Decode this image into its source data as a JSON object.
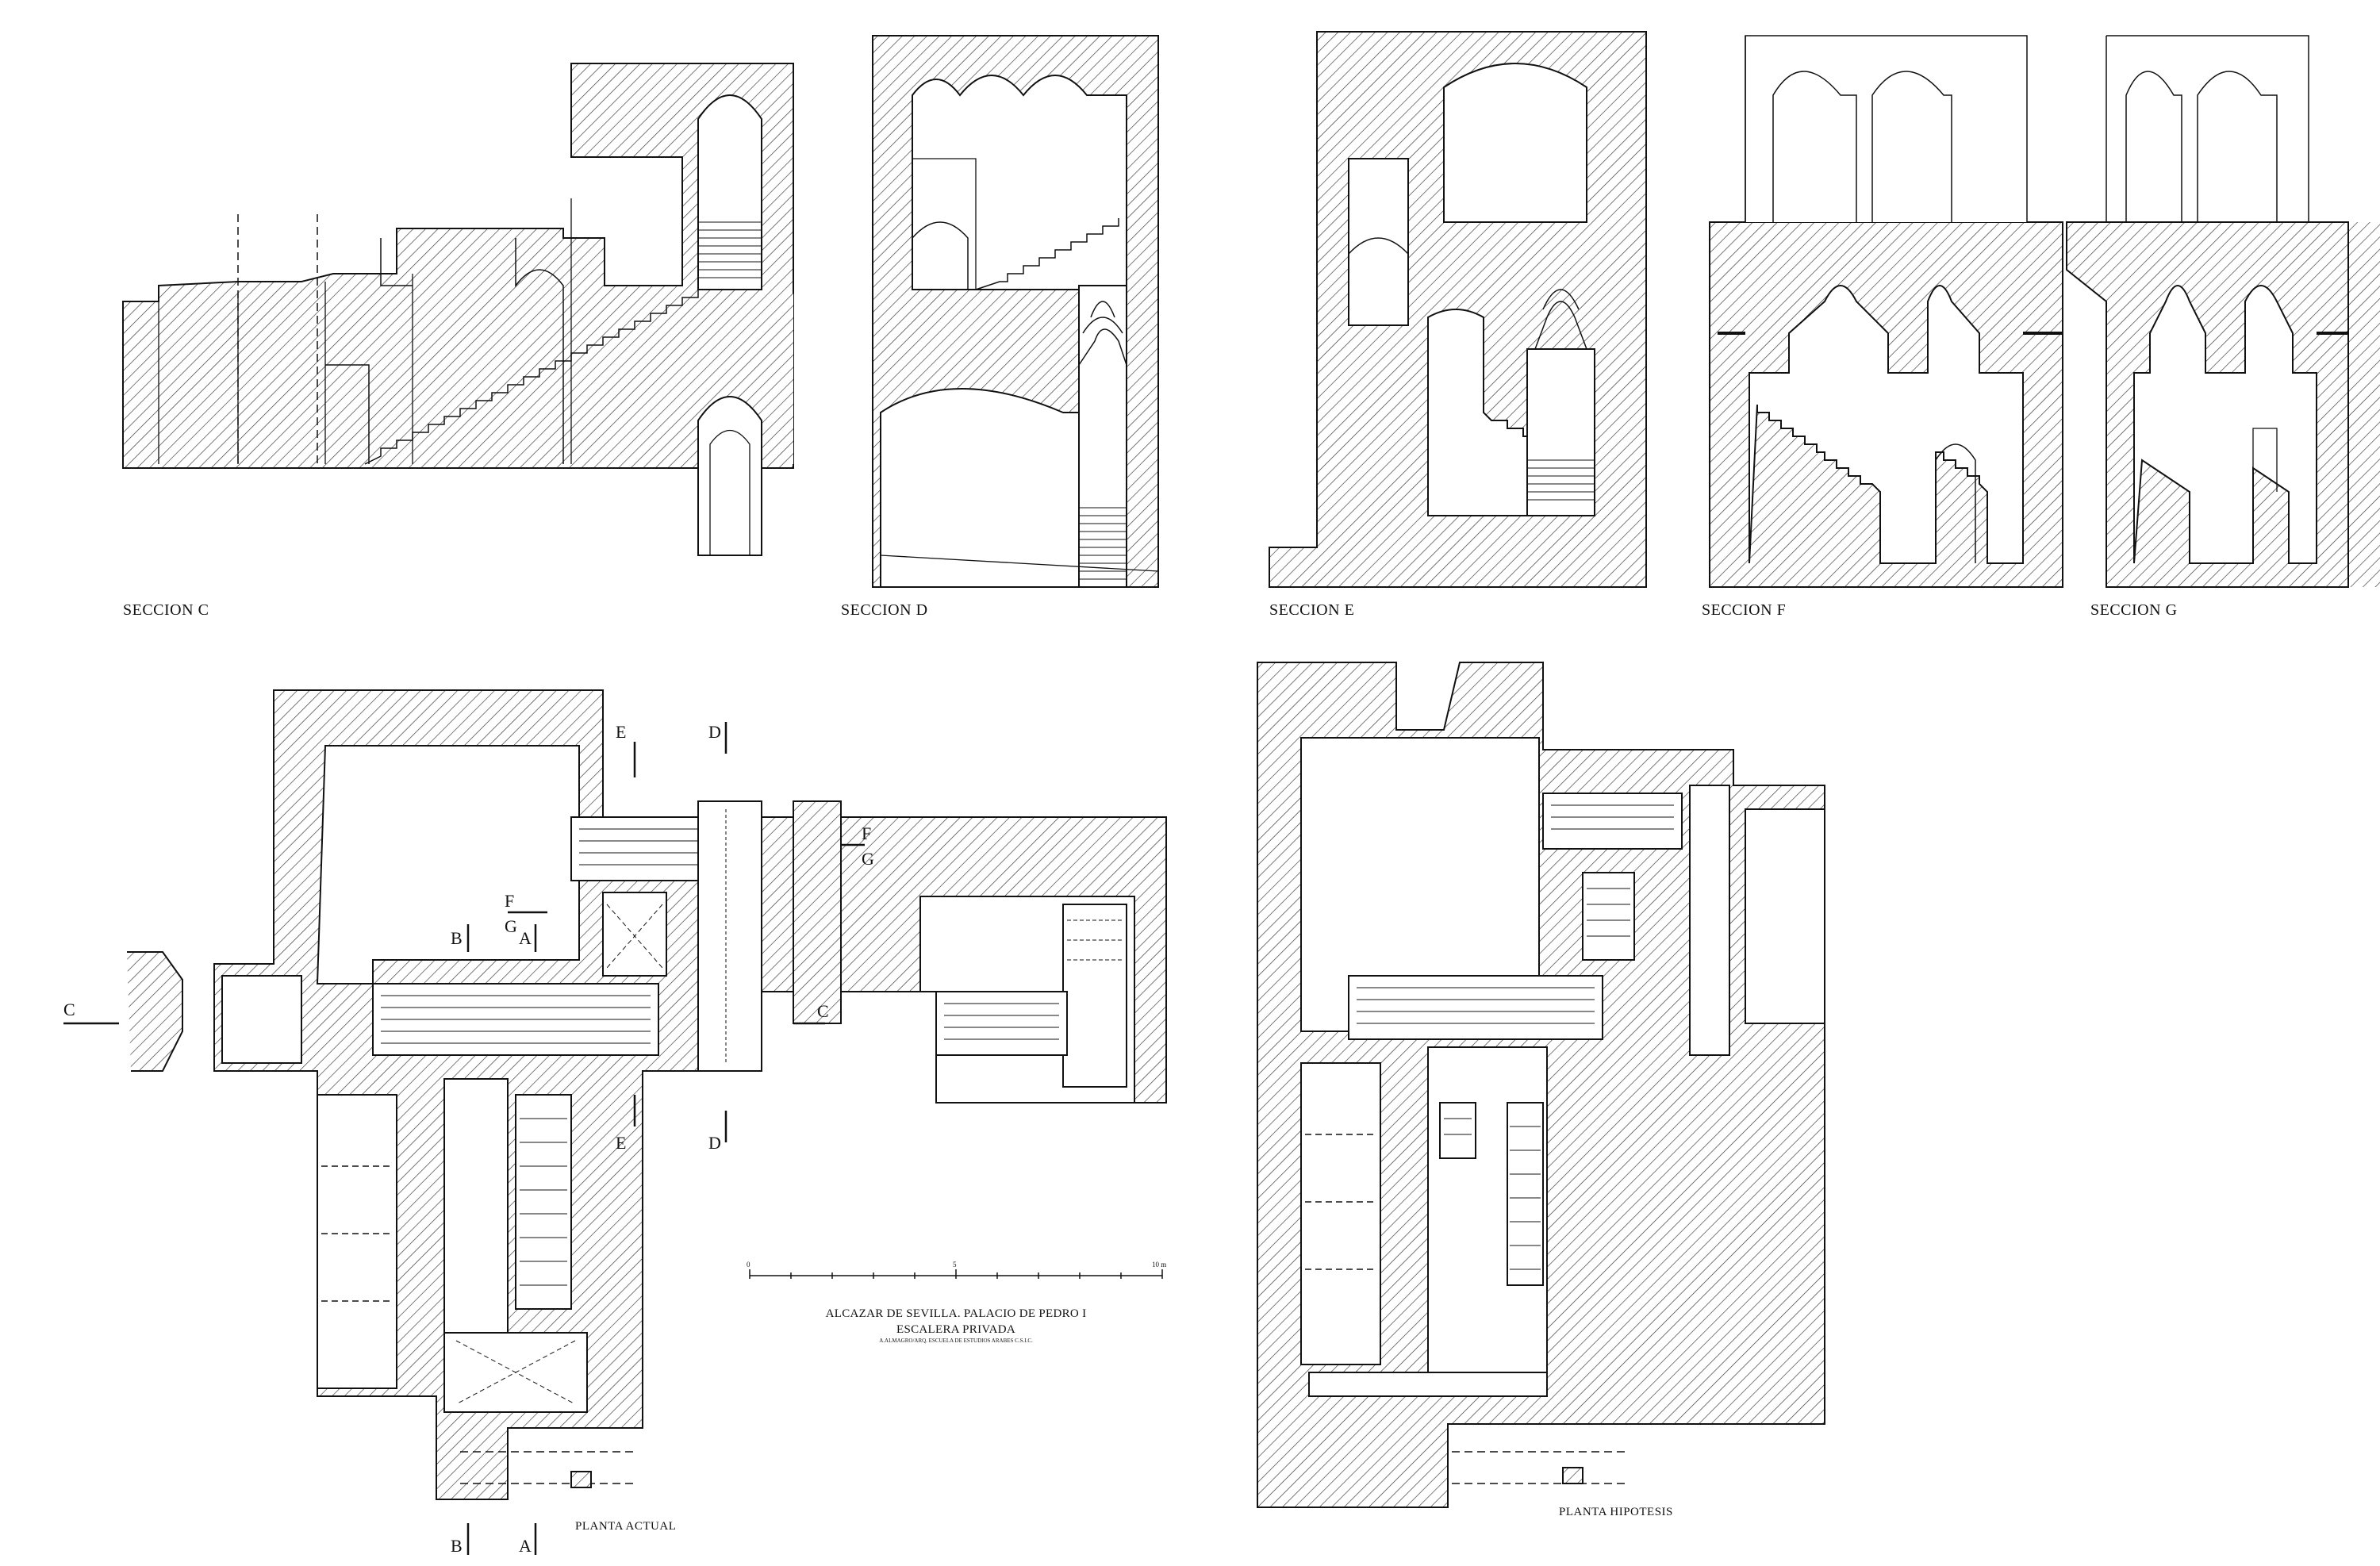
{
  "sheet": {
    "sections": [
      {
        "id": "c",
        "label": "SECCION C"
      },
      {
        "id": "d",
        "label": "SECCION D"
      },
      {
        "id": "e",
        "label": "SECCION E"
      },
      {
        "id": "f",
        "label": "SECCION F"
      },
      {
        "id": "g",
        "label": "SECCION G"
      }
    ],
    "plans": {
      "actual": "PLANTA ACTUAL",
      "hipotesis": "PLANTA HIPOTESIS"
    },
    "cut_markers": {
      "a": "A",
      "b": "B",
      "c": "C",
      "d": "D",
      "e": "E",
      "f": "F",
      "g": "G"
    },
    "title_block": {
      "line1": "ALCAZAR DE SEVILLA. PALACIO DE PEDRO I",
      "line2": "ESCALERA PRIVADA",
      "credit": "A.ALMAGRO/ARQ. ESCUELA DE ESTUDIOS ARABES C.S.I.C."
    },
    "scale_bar": {
      "ticks": [
        "0",
        "5",
        "10 m"
      ]
    }
  }
}
